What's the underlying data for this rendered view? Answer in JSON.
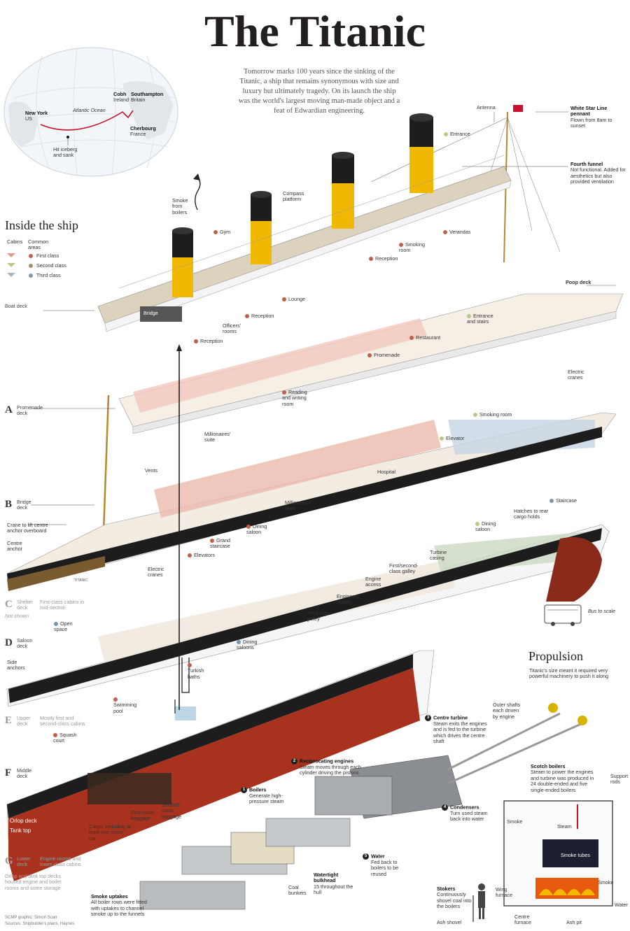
{
  "title": "The Titanic",
  "intro": "Tomorrow marks 100 years since the sinking of the Titanic, a ship that remains synonymous with size and luxury but ultimately tragedy. On its launch the ship was the world's largest moving man-made object and a feat of Edwardian engineering.",
  "map": {
    "places": [
      {
        "name": "New York",
        "sub": "US"
      },
      {
        "name": "Cobh",
        "sub": "Ireland"
      },
      {
        "name": "Southampton",
        "sub": "Britain"
      },
      {
        "name": "Cherbourg",
        "sub": "France"
      }
    ],
    "ocean": "Atlantic Ocean",
    "iceberg": "Hit iceberg and sank"
  },
  "inside": {
    "heading": "Inside the ship",
    "legend_cabins": "Cabins",
    "legend_common": "Common areas",
    "classes": [
      {
        "label": "First class",
        "cabin_color": "#e79a8a",
        "dot_color": "#c0604a"
      },
      {
        "label": "Second class",
        "cabin_color": "#b8c98a",
        "dot_color": "#a09068"
      },
      {
        "label": "Third class",
        "cabin_color": "#9fb8cc",
        "dot_color": "#7898b0"
      }
    ]
  },
  "decks": [
    {
      "id": "boat",
      "letter": "",
      "name": "Boat deck",
      "note": ""
    },
    {
      "id": "a",
      "letter": "A",
      "name": "Promenade deck",
      "note": ""
    },
    {
      "id": "b",
      "letter": "B",
      "name": "Bridge deck",
      "note": ""
    },
    {
      "id": "c",
      "letter": "C",
      "name": "Shelter deck",
      "note": "First-class cabins in mid-section",
      "sub": "Not shown"
    },
    {
      "id": "d",
      "letter": "D",
      "name": "Saloon deck",
      "note": ""
    },
    {
      "id": "e",
      "letter": "E",
      "name": "Upper deck",
      "note": "Mostly first and second-class cabins"
    },
    {
      "id": "f",
      "letter": "F",
      "name": "Middle deck",
      "note": ""
    },
    {
      "id": "g",
      "letter": "G",
      "name": "Lower deck",
      "note": "Engine rooms and lower-class cabins"
    }
  ],
  "orlop_note": "Orlop and tank top decks housed engine and boiler rooms and some storage",
  "hull_labels": {
    "orlop": "Orlop deck",
    "tank": "Tank top",
    "stern_name": "TITANIC"
  },
  "labels": {
    "antenna": "Antenna",
    "pennant_title": "White Star Line pennant",
    "pennant_text": "Flown from 8am to sunset",
    "entrance_top": "Entrance",
    "funnel_title": "Fourth funnel",
    "funnel_text": "Not functional. Added for aesthetics but also provided ventilation",
    "smoke": "Smoke from boilers",
    "compass": "Compass platform",
    "gym": "Gym",
    "verandas": "Verandas",
    "smoking_room_top": "Smoking room",
    "reception_top": "Reception",
    "boat_deck": "Boat deck",
    "bridge": "Bridge",
    "officers": "Officers' rooms",
    "reception_mid": "Reception",
    "lounge": "Lounge",
    "poop": "Poop deck",
    "entrance_stairs": "Entrance and stairs",
    "reception_a": "Reception",
    "restaurant": "Restaurant",
    "promenade": "Promenade",
    "electric_cranes_r": "Electric cranes",
    "reading": "Reading and writing room",
    "smoking_room_a": "Smoking room",
    "millionaires": "Millionaires' suite",
    "elevator": "Elevator",
    "vents": "Vents",
    "hospital": "Hospital",
    "millionaires2": "Millionaires' suite",
    "crane": "Crane to lift centre anchor overboard",
    "centre_anchor": "Centre anchor",
    "hatches": "Hatches to rear cargo holds",
    "staircase": "Staircase",
    "dining_saloon_r": "Dining saloon",
    "dining_saloon_l": "Dining saloon",
    "grand_staircase": "Grand staircase",
    "elevators": "Elevators",
    "electric_cranes_l": "Electric cranes",
    "turbine_casing": "Turbine casing",
    "galley_first": "First/second-class galley",
    "engine_access": "Engine access",
    "engineers": "Engineers' rooms",
    "galley_third": "Third-class galley",
    "bus": "Bus to scale",
    "open_space": "Open space",
    "side_anchors": "Side anchors",
    "dining_saloons": "Dining saloons",
    "turkish": "Turkish baths",
    "pool": "Swimming pool",
    "squash": "Squash court",
    "cargo": "Cargo, including at least one motor car",
    "first_baggage": "First-class baggage",
    "second_baggage": "Second-class baggage"
  },
  "propulsion": {
    "heading": "Propulsion",
    "intro": "Titanic's size meant it required very powerful machinery to push it along",
    "outer_shafts": "Outer shafts each driven by engine",
    "steps": [
      {
        "n": "1",
        "title": "Boilers",
        "text": "Generate high-pressure steam"
      },
      {
        "n": "2",
        "title": "Reciprocating engines",
        "text": "Steam moves through each cylinder driving the pistons"
      },
      {
        "n": "3",
        "title": "Centre turbine",
        "text": "Steam exits the engines and is fed to the turbine which drives the centre shaft"
      },
      {
        "n": "4",
        "title": "Condensers",
        "text": "Turn used steam back into water"
      },
      {
        "n": "5",
        "title": "Water",
        "text": "Fed back to boilers to be reused"
      }
    ],
    "scotch_title": "Scotch boilers",
    "scotch_text": "Steam to power the engines and turbine was produced in 24 double-ended and five single-ended boilers",
    "support_rods": "Support rods",
    "boiler_parts": {
      "smoke_l": "Smoke",
      "steam": "Steam",
      "smoke_tubes": "Smoke tubes",
      "smoke_r": "Smoke",
      "wing": "Wing furnace",
      "centre": "Centre furnace",
      "ash_pit": "Ash pit",
      "water": "Water",
      "ash_shovel": "Ash shovel"
    },
    "stokers_title": "Stokers",
    "stokers_text": "Continuously shovel coal into the boilers",
    "watertight_title": "Watertight bulkhead",
    "watertight_text": "15 throughout the hull",
    "coal": "Coal bunkers",
    "uptakes_title": "Smoke uptakes",
    "uptakes_text": "All boiler rows were fitted with uptakes to channel smoke up to the funnels"
  },
  "credits": {
    "graphic": "SCMP graphic: Simon Scarr",
    "sources": "Sources: Shipbuilder's plans, Haynes"
  }
}
